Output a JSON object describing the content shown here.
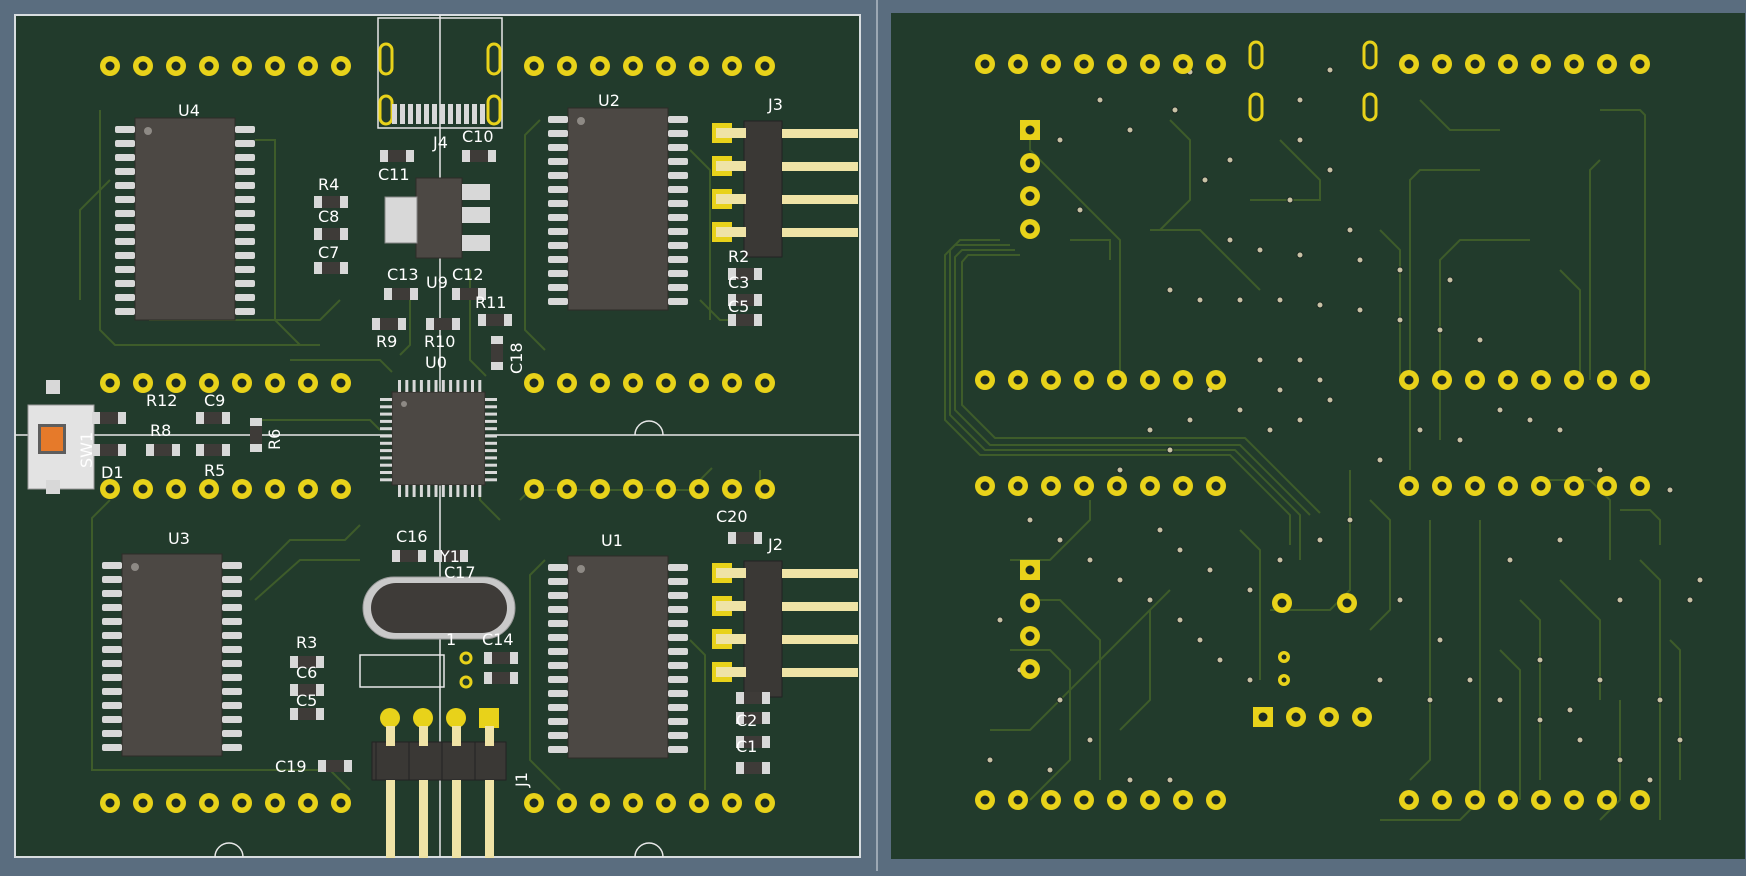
{
  "colors": {
    "background": "#5a6d7f",
    "board": "#223b2c",
    "track": "#3e5c2a",
    "pad": "#e8d21a",
    "ic_body": "#4c4844",
    "pin": "#d8d8d8",
    "silkscreen": "#ffffff",
    "header_pin": "#efe3a6"
  },
  "front_view": {
    "labels": {
      "U0": "U0",
      "U1": "U1",
      "U2": "U2",
      "U3": "U3",
      "U4": "U4",
      "U9": "U9",
      "J1": "J1",
      "J2": "J2",
      "J3": "J3",
      "J4": "J4",
      "SW1": "SW1",
      "D1": "D1",
      "R2": "R2",
      "R3": "R3",
      "R4": "R4",
      "R5": "R5",
      "R6": "R6",
      "R8": "R8",
      "R9": "R9",
      "R10": "R10",
      "R11": "R11",
      "R12": "R12",
      "C1": "C1",
      "C2": "C2",
      "C3": "C3",
      "C5": "C5",
      "C6": "C6",
      "C7": "C7",
      "C8": "C8",
      "C9": "C9",
      "C10": "C10",
      "C11": "C11",
      "C12": "C12",
      "C13": "C13",
      "C14": "C14",
      "C16": "C16",
      "C17": "C17",
      "C18": "C18",
      "C19": "C19",
      "C20": "C20",
      "Y1": "Y1",
      "pin1": "1"
    }
  },
  "back_view": {}
}
